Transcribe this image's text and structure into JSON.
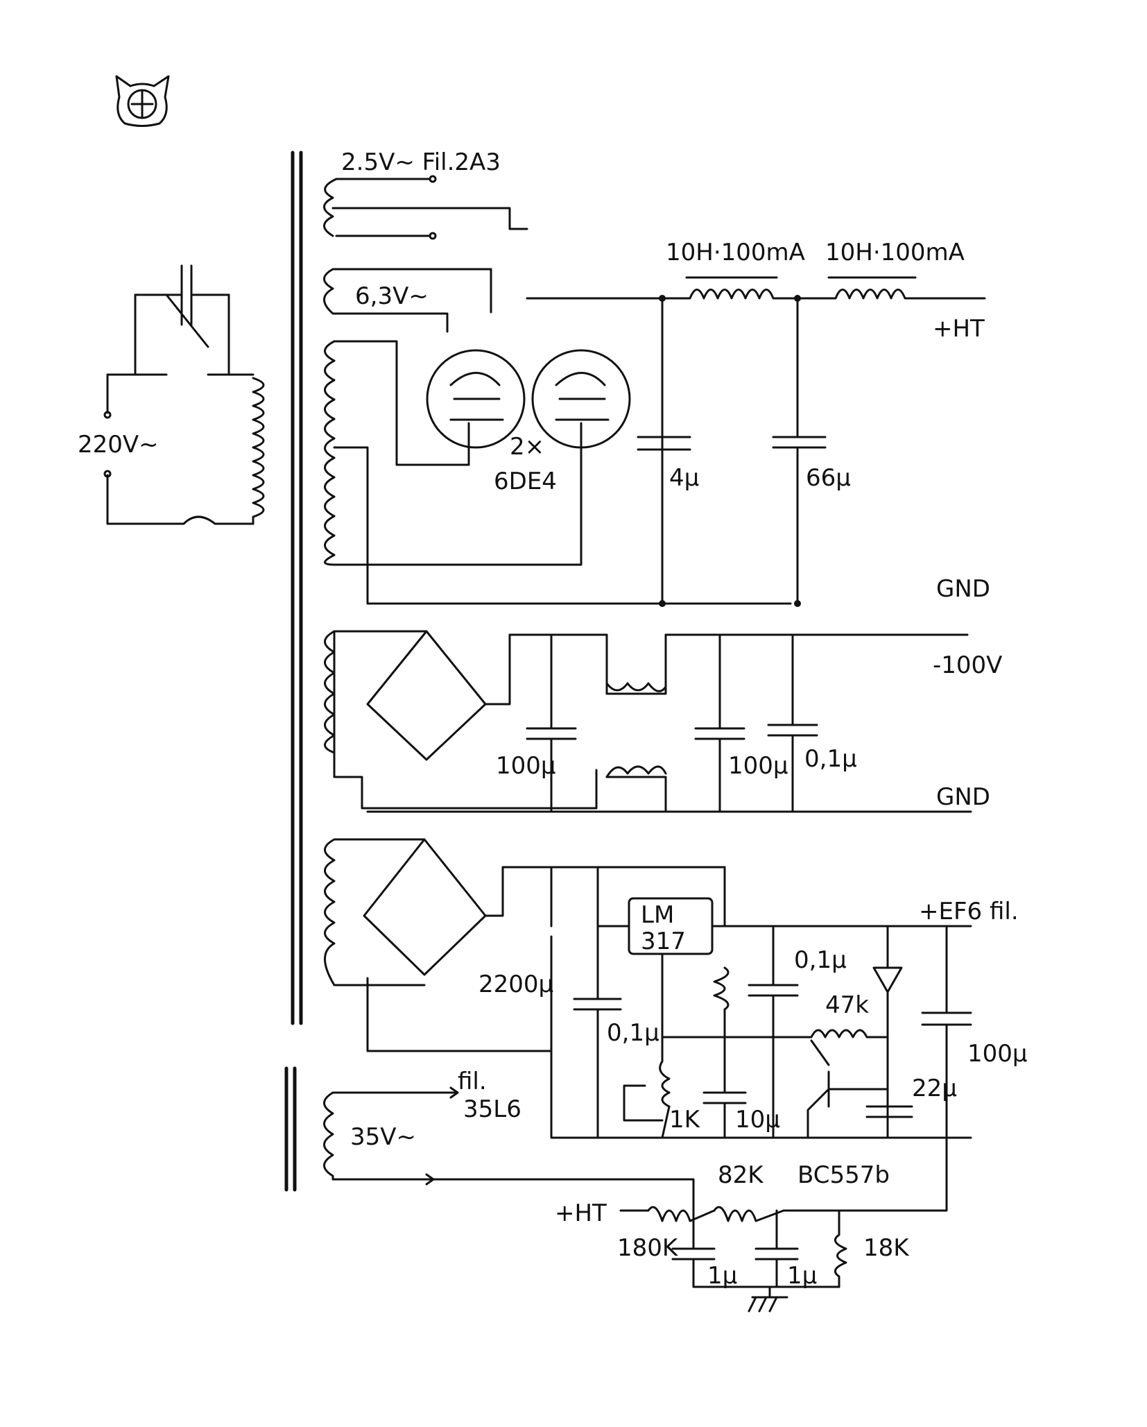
{
  "labels": {
    "fil_2a3": "2.5V~ Fil.2A3",
    "fil_6v3": "6,3V~",
    "mains": "220V~",
    "rect_count": "2×",
    "rect_type": "6DE4",
    "choke1": "10H·100mA",
    "choke2": "10H·100mA",
    "ht_out": "+HT",
    "cap_4u": "4µ",
    "cap_66u": "66µ",
    "gnd_1": "GND",
    "neg100": "-100V",
    "cap_100u_a": "100µ",
    "cap_100u_b": "100µ",
    "cap_01_a": "0,1µ",
    "gnd_2": "GND",
    "reg": "LM\n317",
    "reg_line1": "LM",
    "reg_line2": "317",
    "ef6": "+EF6 fil.",
    "cap_2200u": "2200µ",
    "cap_01_b": "0,1µ",
    "cap_01_c": "0,1µ",
    "res_47k": "47k",
    "cap_100u_c": "100µ",
    "cap_10u": "10µ",
    "pot_1k": "1K",
    "cap_22u": "22µ",
    "transistor": "BC557b",
    "fil_35l6_1": "fil.",
    "fil_35l6_2": "35L6",
    "volt_35": "35V~",
    "ht_in": "+HT",
    "res_82k": "82K",
    "res_180k": "180K",
    "res_18k": "18K",
    "cap_1u_a": "1µ",
    "cap_1u_b": "1µ",
    "plus": "+"
  },
  "icons": {
    "logo": "cat-head-logo-icon",
    "ground": "ground-symbol-icon"
  }
}
